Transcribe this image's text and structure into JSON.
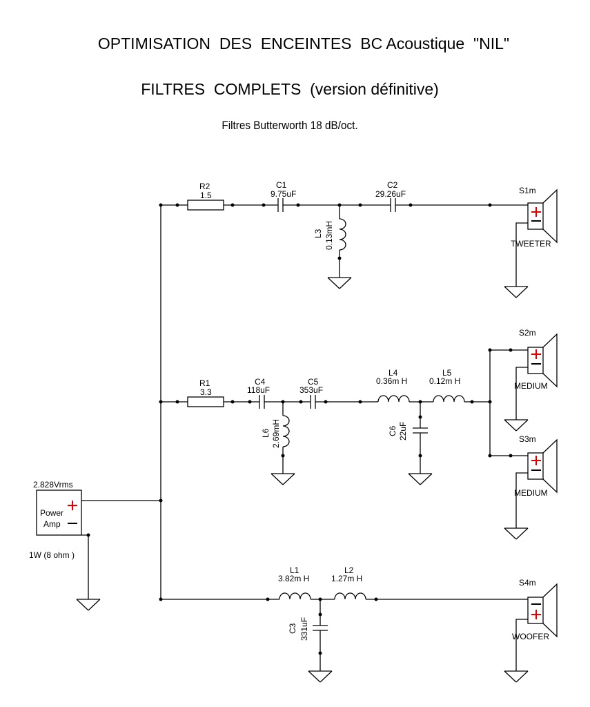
{
  "titles": {
    "line1": "OPTIMISATION  DES  ENCEINTES  BC Acoustique  \"NIL\"",
    "line2": "FILTRES  COMPLETS  (version définitive)",
    "line3": "Filtres Butterworth 18 dB/oct."
  },
  "source": {
    "voltage": "2.828Vrms",
    "name_line1": "Power",
    "name_line2": "Amp",
    "power": "1W (8 ohm )"
  },
  "components": {
    "R2": {
      "ref": "R2",
      "value": "1.5"
    },
    "C1": {
      "ref": "C1",
      "value": "9.75uF"
    },
    "C2": {
      "ref": "C2",
      "value": "29.26uF"
    },
    "L3": {
      "ref": "L3",
      "value": "0.13mH"
    },
    "R1": {
      "ref": "R1",
      "value": "3.3"
    },
    "C4": {
      "ref": "C4",
      "value": "118uF"
    },
    "C5": {
      "ref": "C5",
      "value": "353uF"
    },
    "L6": {
      "ref": "L6",
      "value": "2.69mH"
    },
    "L4": {
      "ref": "L4",
      "value": "0.36m H"
    },
    "L5": {
      "ref": "L5",
      "value": "0.12m H"
    },
    "C6": {
      "ref": "C6",
      "value": "22uF"
    },
    "L1": {
      "ref": "L1",
      "value": "3.82m H"
    },
    "L2": {
      "ref": "L2",
      "value": "1.27m H"
    },
    "C3": {
      "ref": "C3",
      "value": "331uF"
    }
  },
  "speakers": {
    "S1m": {
      "ref": "S1m",
      "label": "TWEETER"
    },
    "S2m": {
      "ref": "S2m",
      "label": "MEDIUM"
    },
    "S3m": {
      "ref": "S3m",
      "label": "MEDIUM"
    },
    "S4m": {
      "ref": "S4m",
      "label": "WOOFER"
    }
  },
  "colors": {
    "wire": "#000000",
    "polarity": "#e00000"
  }
}
